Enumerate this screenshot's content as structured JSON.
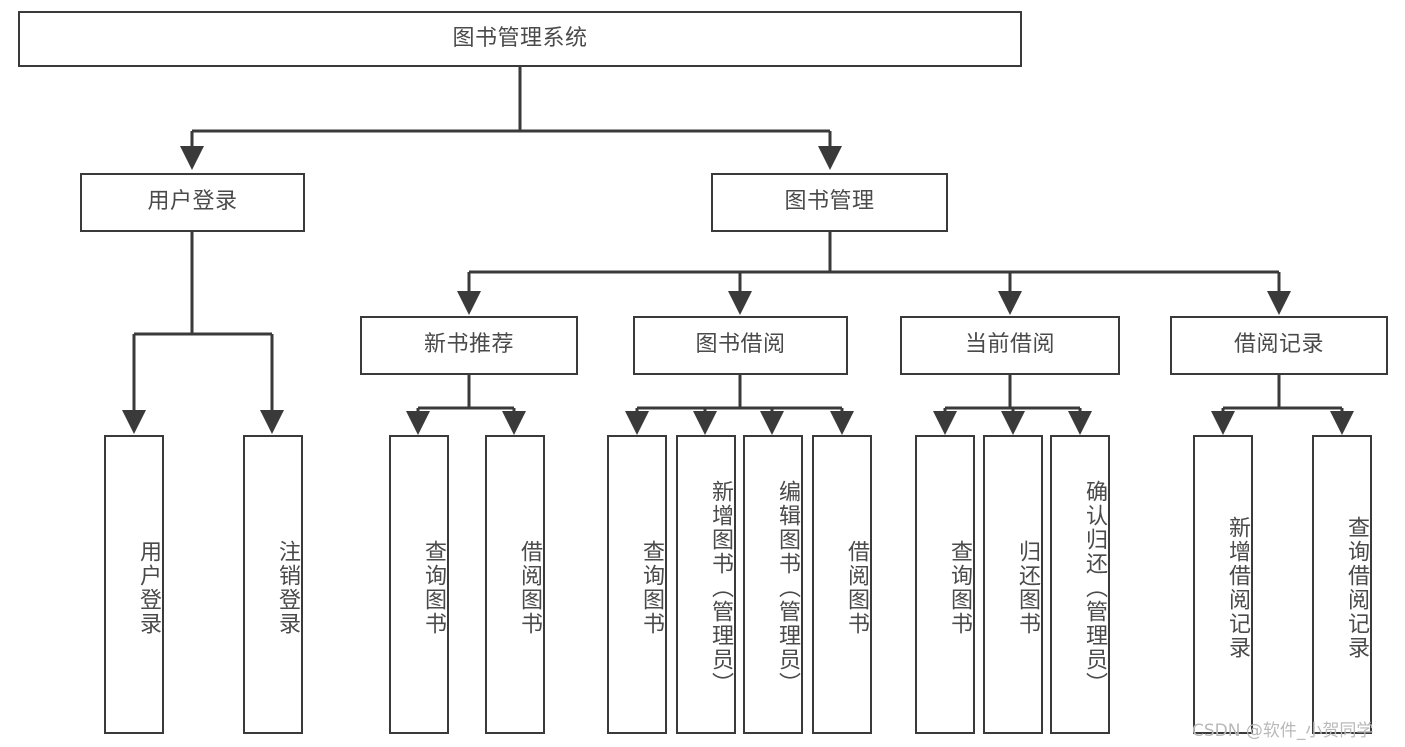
{
  "diagram": {
    "title": "图书管理系统",
    "type": "hierarchy-tree",
    "orientation": "top-down",
    "colors": {
      "box_stroke": "#3a3a3a",
      "box_fill": "#ffffff",
      "text": "#4a4a4a",
      "edge": "#3a3a3a",
      "watermark": "#b9b9b9",
      "background": "#ffffff"
    }
  },
  "root": {
    "label": "图书管理系统"
  },
  "level1": [
    {
      "label": "用户登录"
    },
    {
      "label": "图书管理"
    }
  ],
  "level2": [
    {
      "label": "新书推荐"
    },
    {
      "label": "图书借阅"
    },
    {
      "label": "当前借阅"
    },
    {
      "label": "借阅记录"
    }
  ],
  "leaves": {
    "user_login": [
      {
        "label": "用户登录"
      },
      {
        "label": "注销登录"
      }
    ],
    "new_book_recommend": [
      {
        "label": "查询图书"
      },
      {
        "label": "借阅图书"
      }
    ],
    "book_borrow": [
      {
        "label": "查询图书"
      },
      {
        "label": "新增图书（管理员）"
      },
      {
        "label": "编辑图书（管理员）"
      },
      {
        "label": "借阅图书"
      }
    ],
    "current_borrow": [
      {
        "label": "查询图书"
      },
      {
        "label": "归还图书"
      },
      {
        "label": "确认归还（管理员）"
      }
    ],
    "borrow_record": [
      {
        "label": "新增借阅记录"
      },
      {
        "label": "查询借阅记录"
      }
    ]
  },
  "watermark": {
    "text": "CSDN @软件_小贺同学"
  }
}
